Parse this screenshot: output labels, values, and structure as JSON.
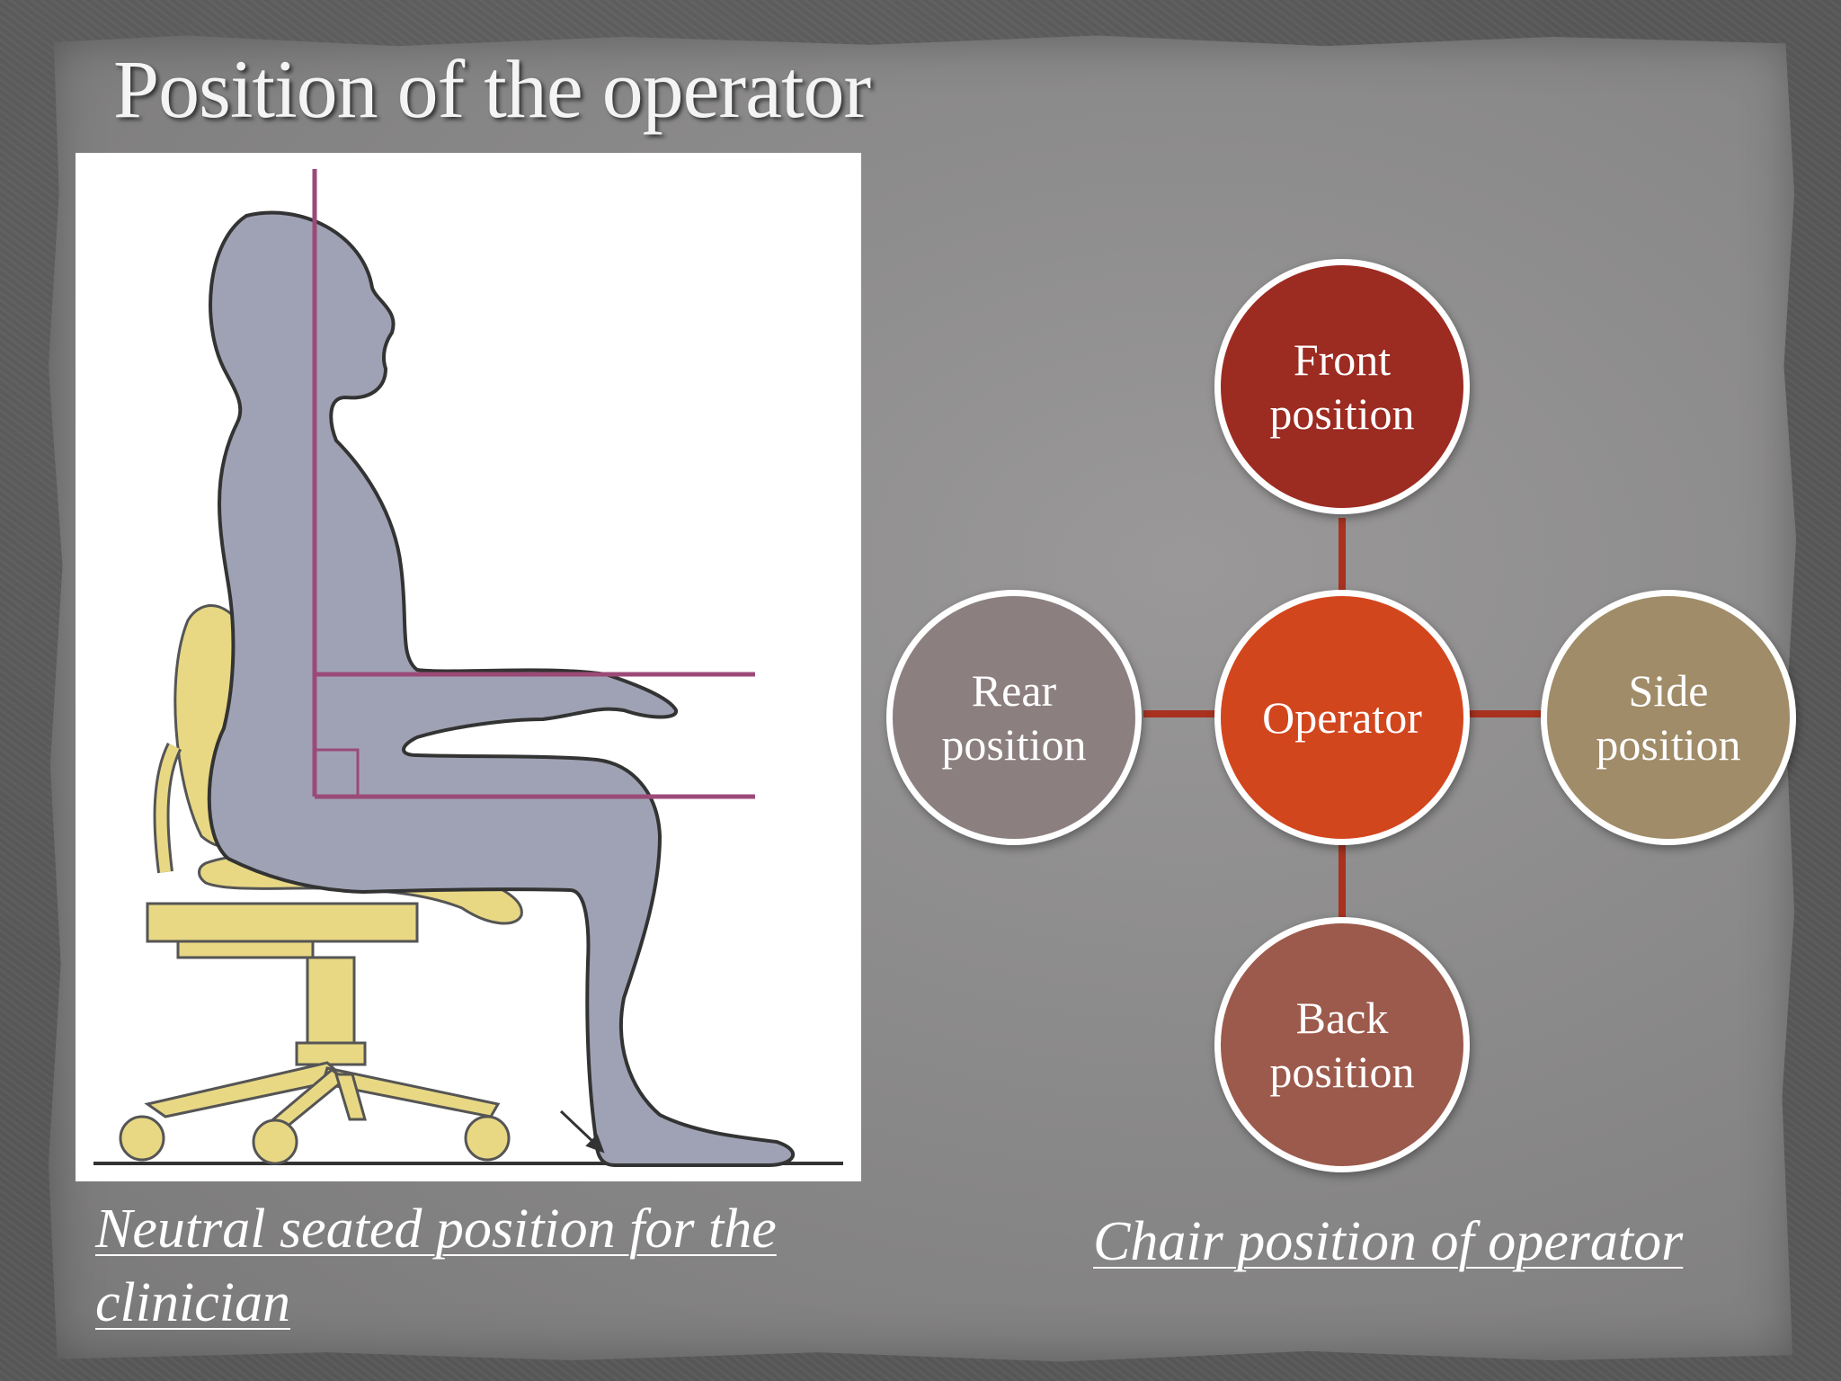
{
  "slide": {
    "title": "Position of the operator",
    "left_caption": "Neutral seated position for the clinician",
    "right_caption": "Chair position of operator"
  },
  "diagram": {
    "center": {
      "label": "Operator",
      "color": "#d2461e"
    },
    "nodes": {
      "front": {
        "line1": "Front",
        "line2": "position",
        "color": "#9c2b22"
      },
      "rear": {
        "line1": "Rear",
        "line2": "position",
        "color": "#8c7f80"
      },
      "side": {
        "line1": "Side",
        "line2": "position",
        "color": "#a08c68"
      },
      "back": {
        "line1": "Back",
        "line2": "position",
        "color": "#9c5a4c"
      }
    },
    "connector_color": "#a8321f"
  },
  "colors": {
    "body_silhouette": "#9fa2b4",
    "chair": "#e8d884",
    "reference_lines": "#9b4a78"
  }
}
